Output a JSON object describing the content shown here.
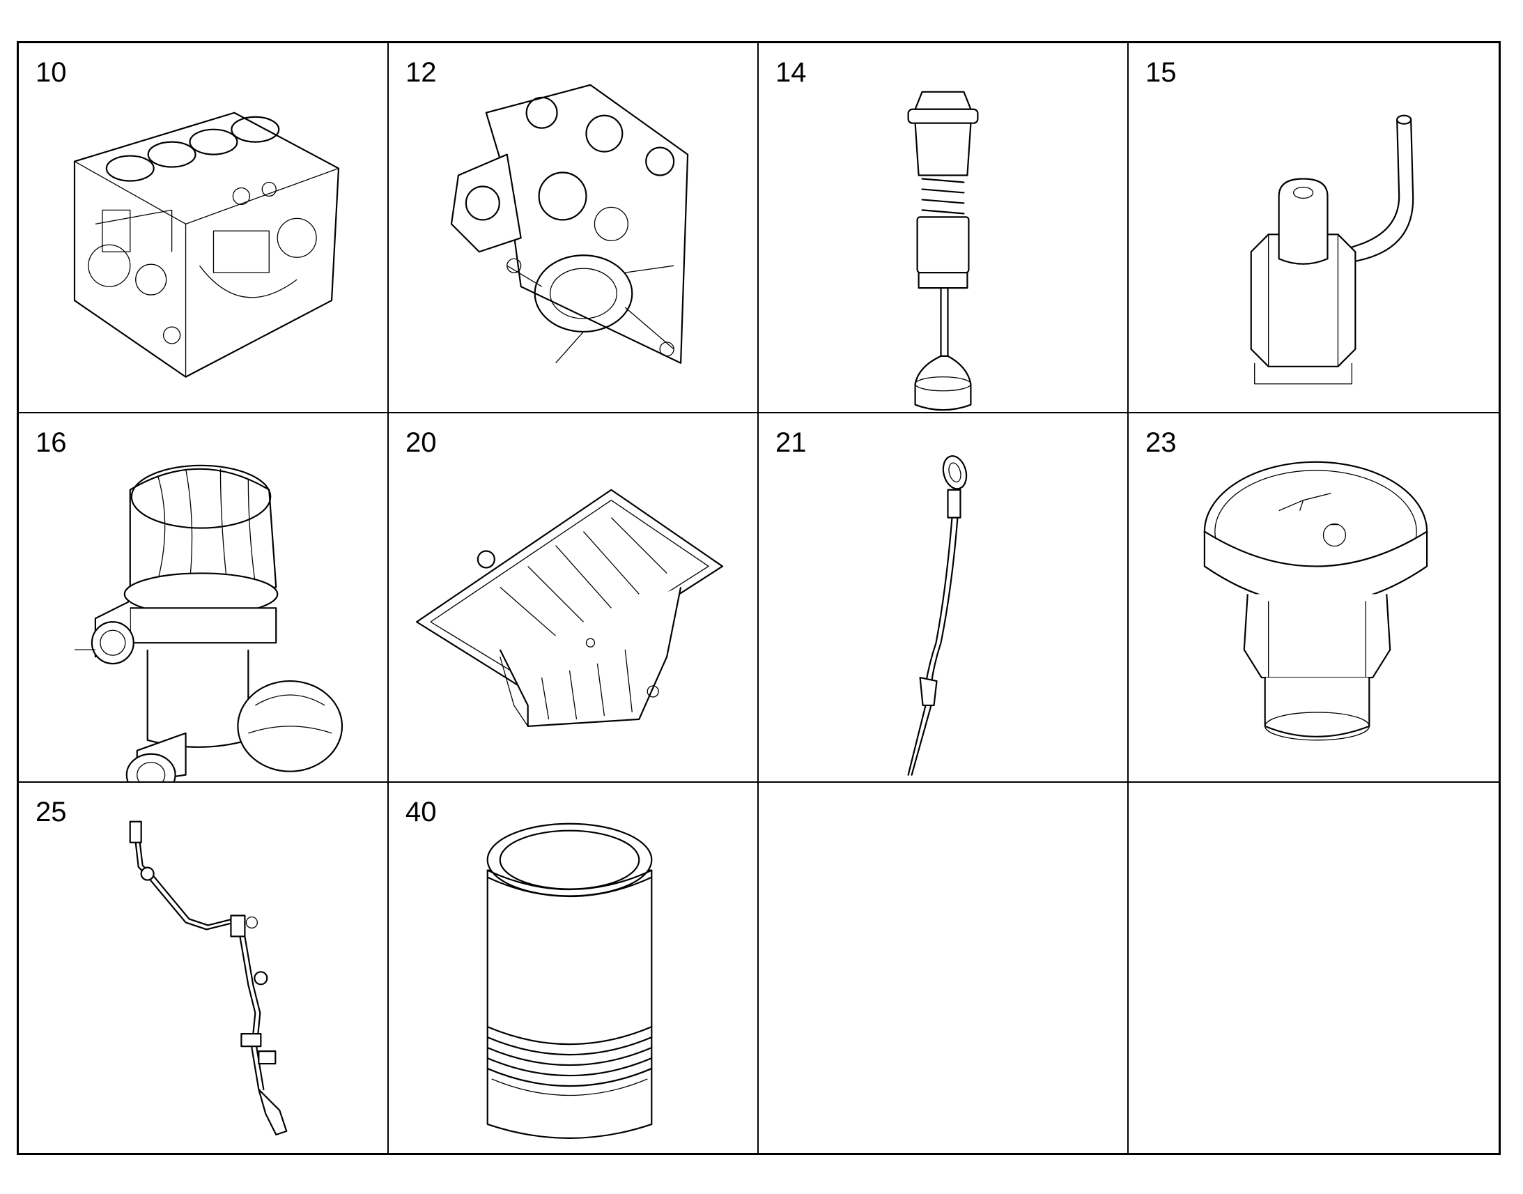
{
  "cells": [
    {
      "number": "10",
      "icon": "engine-block-icon"
    },
    {
      "number": "12",
      "icon": "timing-cover-icon"
    },
    {
      "number": "14",
      "icon": "valve-icon"
    },
    {
      "number": "15",
      "icon": "oil-nozzle-icon"
    },
    {
      "number": "16",
      "icon": "oil-separator-icon"
    },
    {
      "number": "20",
      "icon": "oil-pan-icon"
    },
    {
      "number": "21",
      "icon": "dipstick-icon"
    },
    {
      "number": "23",
      "icon": "oil-filler-cap-icon"
    },
    {
      "number": "25",
      "icon": "wiring-harness-icon"
    },
    {
      "number": "40",
      "icon": "cylinder-liner-icon"
    },
    {
      "number": "",
      "icon": ""
    },
    {
      "number": "",
      "icon": ""
    }
  ]
}
